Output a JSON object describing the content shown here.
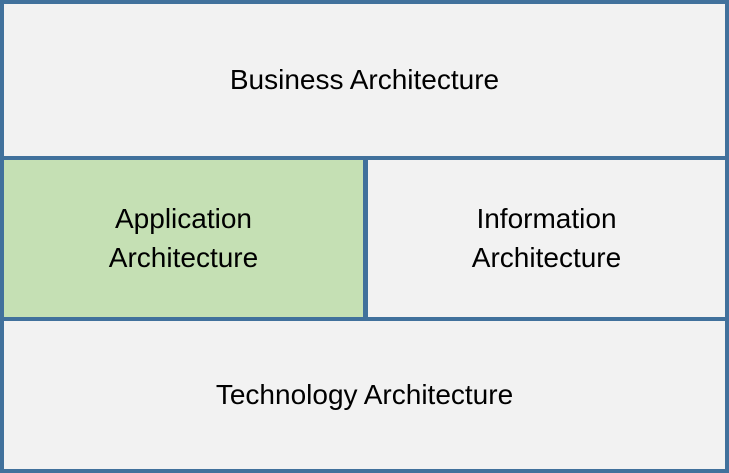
{
  "diagram": {
    "boxes": {
      "business": {
        "label": "Business Architecture"
      },
      "application": {
        "label": "Application Architecture"
      },
      "information": {
        "label": "Information Architecture"
      },
      "technology": {
        "label": "Technology Architecture"
      }
    },
    "colors": {
      "border": "#41719C",
      "box_fill": "#F2F2F2",
      "highlight_fill": "#C5E0B4",
      "text": "#000000"
    }
  }
}
